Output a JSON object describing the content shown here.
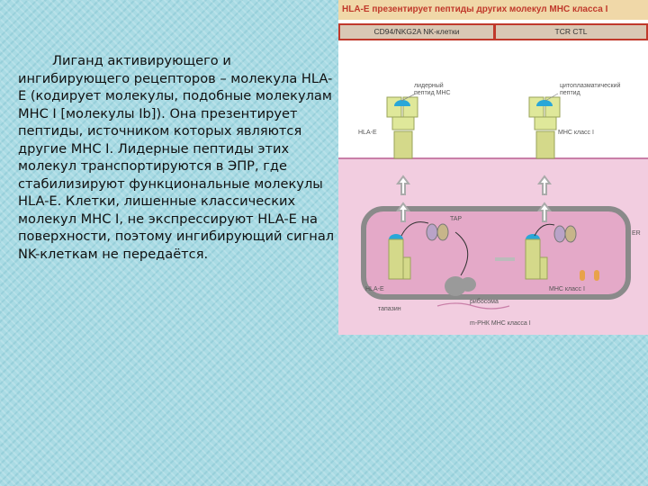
{
  "body_text": "Лиганд активирующего и ингибирующего рецепторов – молекула HLA-E (кодирует молекулы, подобные молекулам MHC I [молекулы Ib]). Она презентирует пептиды, источником которых являются другие MHC I. Лидерные пептиды этих молекул транспортируются в ЭПР, где стабилизируют функциональные молекулы HLA-E. Клетки, лишенные классических молекул MHC I, не экспрессируют HLA-E на поверхности, поэтому ингибирующий сигнал NK-клеткам не передаётся.",
  "figure": {
    "title": "HLA-E презентирует пептиды других молекул MHC класса I",
    "header_left": "CD94/NKG2A NK-клетки",
    "header_right": "TCR CTL",
    "labels": {
      "leader_peptide": "лидерный\nпептид MHC",
      "cytoplasmic_peptide": "цитоплазматический\nпептид",
      "hla_e_top": "HLA-E",
      "mhc1_top": "MHC класс I",
      "tap": "TAP",
      "er": "ER",
      "hla_e_bottom": "HLA-E",
      "ribosome": "рибосома",
      "mhc1_bottom": "MHC класс I",
      "tapasin": "тапазин",
      "mrna": "m-РНК MHC класса I"
    },
    "colors": {
      "title_bg": "#f0d8a8",
      "header_bg": "#c0392b",
      "cell_pink": "#f2cde0",
      "er_pink": "#e4a9c8",
      "receptor_top": "#dfe89a",
      "molecule": "#d4d98a",
      "peptide_blue": "#29a7d8"
    }
  }
}
